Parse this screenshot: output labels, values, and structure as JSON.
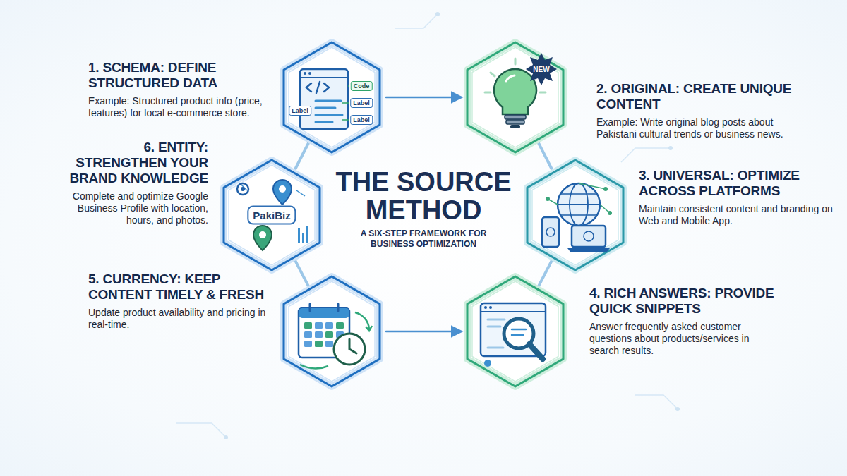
{
  "diagram": {
    "title": "THE SOURCE METHOD",
    "caption": "A SIX-STEP FRAMEWORK FOR BUSINESS OPTIMIZATION",
    "nodes": [
      {
        "text": [
          "1. SCHEMA: DEFINE STRUCTURED DATA",
          "Example: Structured product info (price, features) for local e-commerce store."
        ]
      },
      {
        "text": [
          "2. ORIGINAL: CREATE UNIQUE CONTENT",
          "Example: Write original blog posts about Pakistani cultural trends or business news."
        ]
      },
      {
        "text": [
          "3. UNIVERSAL: OPTIMIZE ACROSS PLATFORMS",
          "Maintain consistent content and branding on Web and Mobile App."
        ]
      },
      {
        "text": [
          "4. RICH ANSWERS: PROVIDE QUICK SNIPPETS",
          "Answer frequently asked customer questions about products/services in search results."
        ]
      },
      {
        "text": [
          "5. CURRENCY: KEEP CONTENT TIMELY & FRESH",
          "Update product availability and pricing in real-time."
        ]
      },
      {
        "text": [
          "6. ENTITY: STRENGTHEN YOUR BRAND KNOWLEDGE",
          "Complete and optimize Google Business Profile with location, hours, and photos."
        ]
      }
    ],
    "edges": [
      {
        "from": 0,
        "to": 1,
        "arrow": "to"
      },
      {
        "from": 1,
        "to": 2,
        "arrow": "none"
      },
      {
        "from": 2,
        "to": 3,
        "arrow": "none"
      },
      {
        "from": 4,
        "to": 3,
        "arrow": "to"
      },
      {
        "from": 5,
        "to": 4,
        "arrow": "none"
      },
      {
        "from": 0,
        "to": 5,
        "arrow": "none"
      }
    ],
    "labels": [
      "Code",
      "Label",
      "Label",
      "Label",
      "NEW",
      "PakiBiz"
    ]
  }
}
